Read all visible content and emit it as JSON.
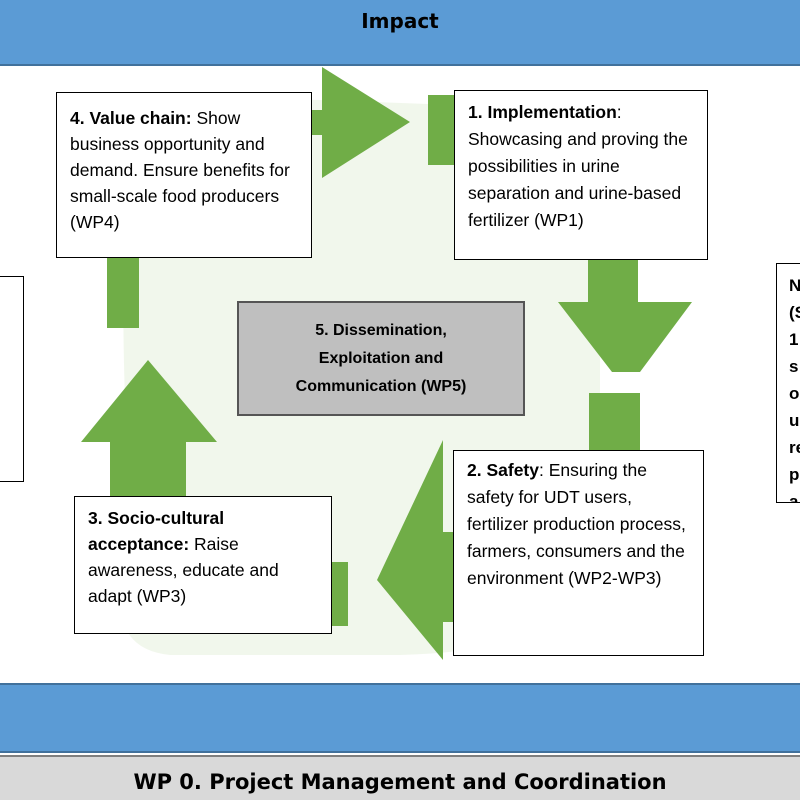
{
  "header": {
    "title": "Impact"
  },
  "footer": {
    "title": "WP 0. Project Management and Coordination"
  },
  "colors": {
    "band_blue": "#5b9bd5",
    "arrow_green": "#70ad47",
    "center_box_gray": "#bfbfbf",
    "wp0_gray": "#d9d9d9"
  },
  "cycle": {
    "wp4": {
      "bold": "4. Value chain:",
      "rest": " Show business opportunity and demand. Ensure benefits for small-scale food producers (WP4)"
    },
    "wp1": {
      "bold": "1. Implementation",
      "rest": ": Showcasing and proving the possibilities in urine separation and urine-based fertilizer (WP1)"
    },
    "wp2": {
      "bold": "2. Safety",
      "rest": ": Ensuring the safety for UDT users, fertilizer production process, farmers, consumers and the environment (WP2-WP3)"
    },
    "wp3": {
      "bold": "3. Socio-cultural acceptance:",
      "rest": " Raise awareness, educate and adapt (WP3)"
    }
  },
  "center": {
    "line1": "5. Dissemination,",
    "line2": "Exploitation and",
    "line3": "Communication (WP5)"
  },
  "right_partial_lines": [
    "N",
    "(S",
    "1",
    "s",
    "o",
    "u",
    "re",
    "p",
    "a"
  ]
}
